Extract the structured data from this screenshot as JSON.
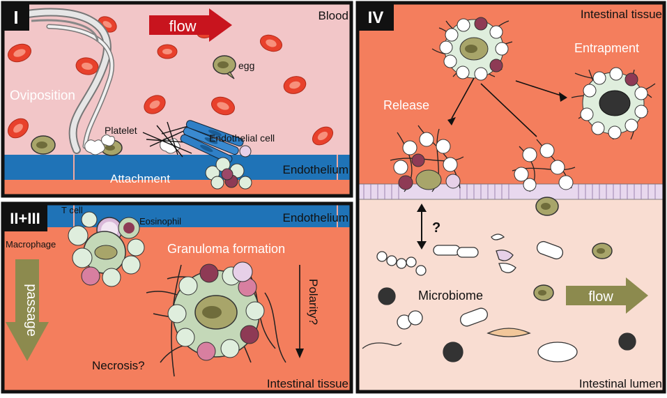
{
  "panel1": {
    "label": "I",
    "blood": "Blood",
    "flow": "flow",
    "egg": "egg",
    "oviposition": "Oviposition",
    "platelet": "Platelet",
    "endothelial_cell": "Endothelial cell",
    "endothelium": "Endothelium",
    "attachment": "Attachment"
  },
  "panel2": {
    "label": "II+III",
    "endothelium": "Endothelium",
    "t_cell": "T cell",
    "eosinophil": "Eosinophil",
    "macrophage": "Macrophage",
    "granuloma": "Granuloma formation",
    "passage": "passage",
    "polarity": "Polarity?",
    "necrosis": "Necrosis?",
    "intestinal_tissue": "Intestinal tissue"
  },
  "panel4": {
    "label": "IV",
    "intestinal_tissue": "Intestinal tissue",
    "entrapment": "Entrapment",
    "release": "Release",
    "question": "?",
    "microbiome": "Microbiome",
    "flow": "flow",
    "intestinal_lumen": "Intestinal lumen"
  },
  "colors": {
    "blood": "#f2c6c8",
    "tissue": "#f47e5d",
    "lumen": "#f9ddd2",
    "endothelium": "#1f73b7",
    "rbc": "#e8412c",
    "egg": "#a8a56a",
    "arrow_red": "#c8141e",
    "arrow_olive": "#8c8a4e"
  }
}
